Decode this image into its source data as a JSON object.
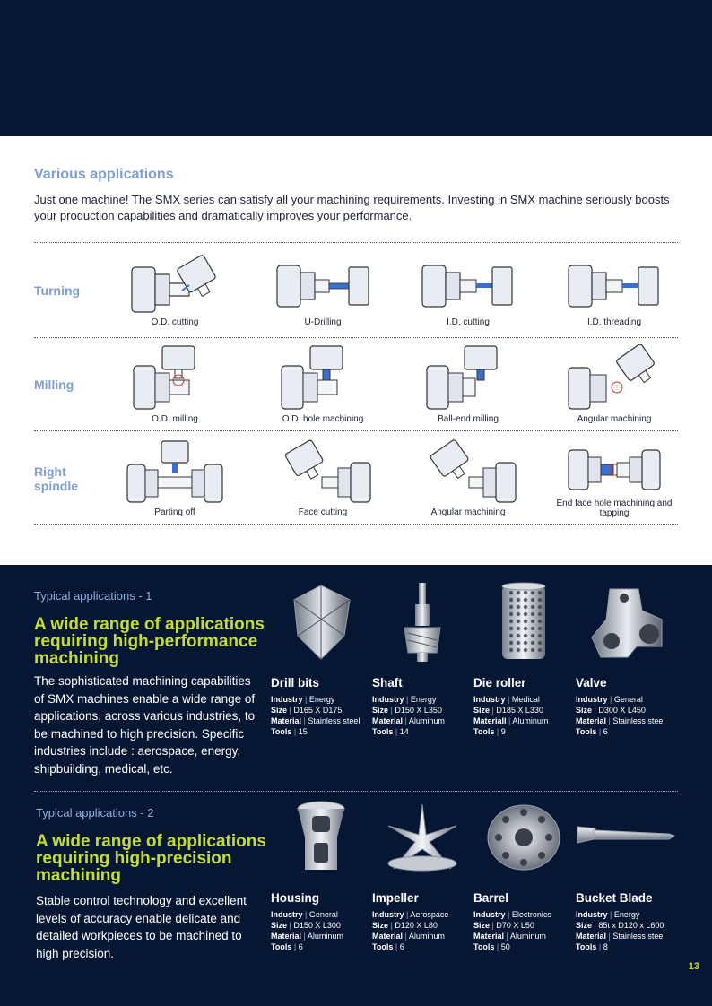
{
  "various": {
    "title": "Various applications",
    "intro": "Just one machine! The SMX  series can satisfy all your machining requirements. Investing in SMX  machine seriously boosts your production capabilities and dramatically improves your performance."
  },
  "rows": [
    {
      "label": "Turning",
      "items": [
        "O.D. cutting",
        "U-Drilling",
        "I.D. cutting",
        "I.D. threading"
      ]
    },
    {
      "label": "Milling",
      "items": [
        "O.D. milling",
        "O.D. hole machining",
        "Ball-end milling",
        "Angular machining"
      ]
    },
    {
      "label": "Right spindle",
      "items": [
        "Parting off",
        "Face cutting",
        "Angular machining",
        "End face hole machining and tapping"
      ]
    }
  ],
  "labels": {
    "industry": "Industry",
    "size": "Size",
    "material": "Material",
    "tools": "Tools",
    "sep": "|"
  },
  "sections": [
    {
      "kicker": "Typical applications - 1",
      "title": "A wide range of applications requiring high-performance machining",
      "desc": "The sophisticated machining capabilities of SMX  machines enable a wide range of applications, across various industries, to be machined to high precision. Specific industries include : aerospace, energy, shipbuilding, medical, etc.",
      "products": [
        {
          "name": "Drill bits",
          "industry": "Energy",
          "size": "D165 X D175",
          "material_label": "Material",
          "material": "Stainless steel",
          "tools": "15"
        },
        {
          "name": "Shaft",
          "industry": "Energy",
          "size": "D150 X L350",
          "material_label": "Material",
          "material": "Aluminum",
          "tools": "14"
        },
        {
          "name": "Die roller",
          "industry": "Medical",
          "size": "D185 X L330",
          "material_label": "Materiall",
          "material": "Aluminum",
          "tools": "9"
        },
        {
          "name": "Valve",
          "industry": "General",
          "size": "D300 X L450",
          "material_label": "Material",
          "material": "Stainless steel",
          "tools": "6"
        }
      ]
    },
    {
      "kicker": "Typical applications - 2",
      "title": "A wide range of applications requiring high-precision machining",
      "desc": "Stable control technology and excellent levels of accuracy enable delicate and detailed workpieces to be machined to high precision.",
      "products": [
        {
          "name": "Housing",
          "industry": "General",
          "size": "D150 X L300",
          "material_label": "Material",
          "material": "Aluminum",
          "tools": "6"
        },
        {
          "name": "Impeller",
          "industry": "Aerospace",
          "size": "D120 X L80",
          "material_label": "Material",
          "material": "Aluminum",
          "tools": "6"
        },
        {
          "name": "Barrel",
          "industry": "Electronics",
          "size": "D70 X L50",
          "material_label": "Material",
          "material": "Aluminum",
          "tools": "50"
        },
        {
          "name": "Bucket Blade",
          "industry": "Energy",
          "size": "85t x D120 x L600",
          "material_label": "Material",
          "material": "Stainless steel",
          "tools": "8"
        }
      ]
    }
  ],
  "page_number": "13",
  "colors": {
    "navy": "#061734",
    "accent_blue": "#7f9fcf",
    "lime": "#c6dc2f"
  }
}
